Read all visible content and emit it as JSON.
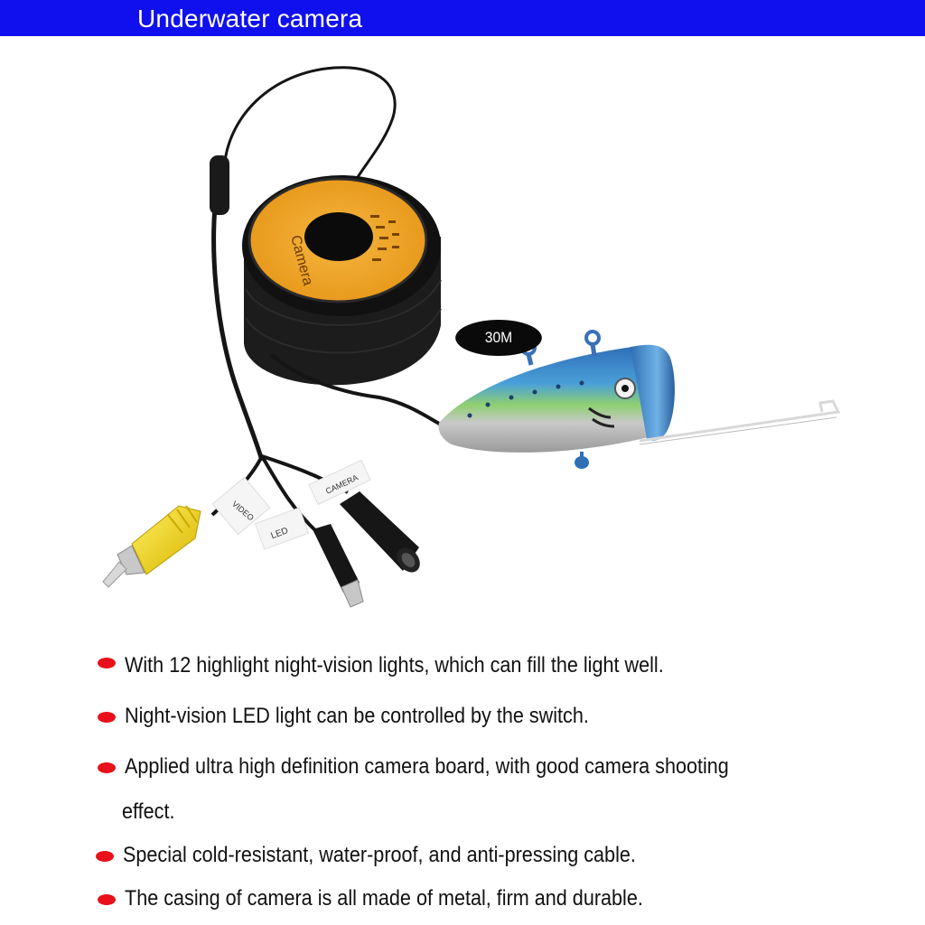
{
  "header": {
    "title": "Underwater camera",
    "background": "#1010ee"
  },
  "product": {
    "cable_length_badge": "30M",
    "reel_label": "Camera",
    "tag_video": "VIDEO",
    "tag_led": "LED",
    "tag_camera": "CAMERA"
  },
  "features": [
    {
      "text": "With 12 highlight night-vision lights, which can fill the light well."
    },
    {
      "text": "Night-vision LED light can be controlled by the switch."
    },
    {
      "text": "Applied ultra high definition camera board, with good camera shooting",
      "text2": "effect."
    },
    {
      "text": "Special cold-resistant, water-proof, and anti-pressing cable."
    },
    {
      "text": "The casing of camera is all made of metal, firm and durable."
    }
  ],
  "colors": {
    "bullet": "#e8101a",
    "reel_label": "#f4a623",
    "fish_body": "#3f7fc4",
    "rca_plug": "#f0d000"
  }
}
